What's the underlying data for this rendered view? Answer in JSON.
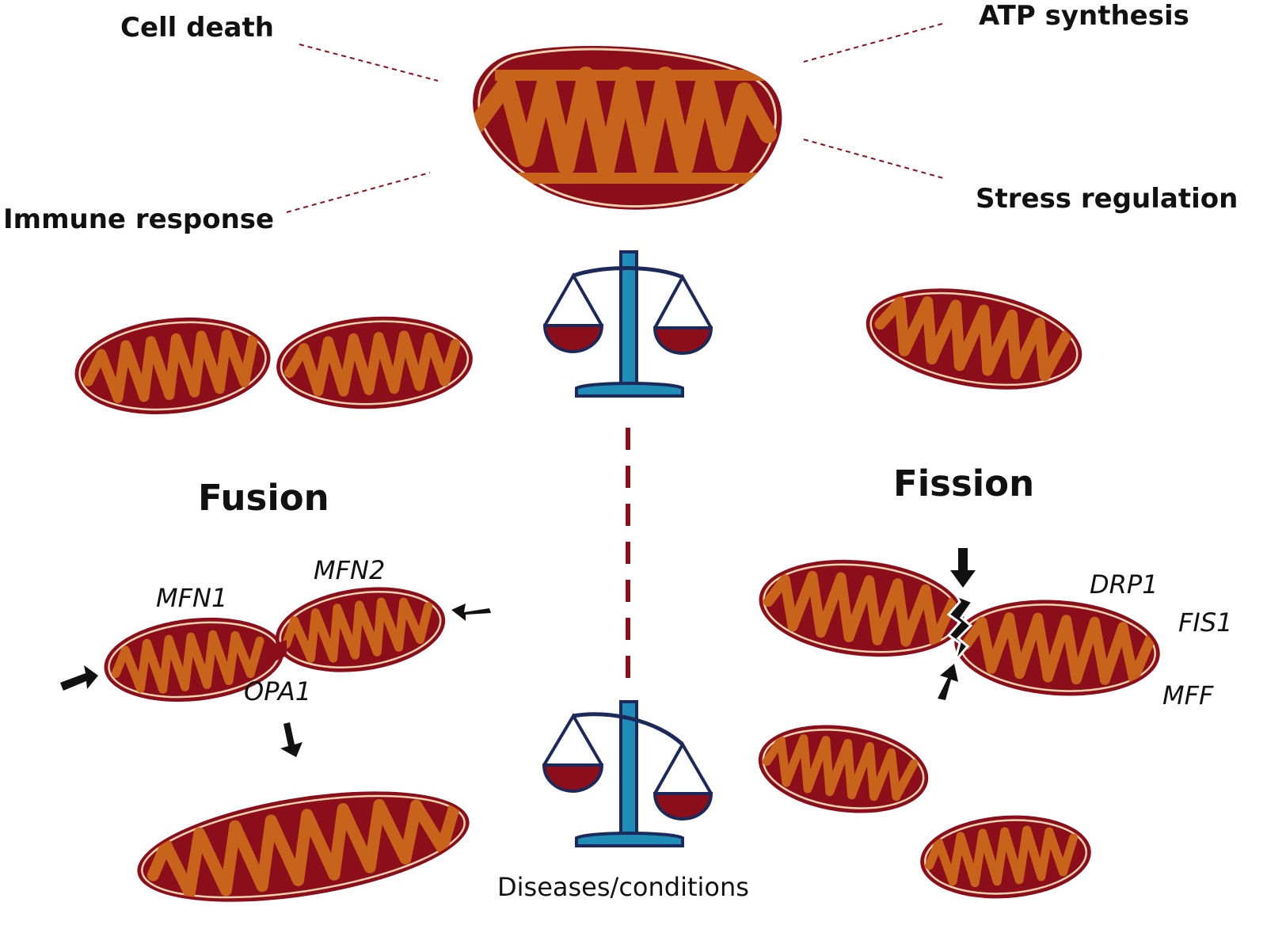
{
  "functions": {
    "cell_death": "Cell death",
    "atp_synthesis": "ATP synthesis",
    "immune_response": "Immune response",
    "stress_regulation": "Stress regulation"
  },
  "fusion": {
    "title": "Fusion",
    "proteins": [
      "MFN1",
      "MFN2",
      "OPA1"
    ]
  },
  "fission": {
    "title": "Fission",
    "proteins": [
      "DRP1",
      "FIS1",
      "MFF"
    ]
  },
  "balance": {
    "caption": "Diseases/conditions"
  },
  "colors": {
    "outer_membrane": "#8b0e1a",
    "matrix": "#c8631c",
    "highlight": "#f3d2b0",
    "scale": "#1f8db8",
    "scale_outline": "#1b2a5a",
    "dashed_line": "#8b0e1a",
    "arrow": "#111111"
  },
  "icons": [
    "mitochondrion-icon",
    "balance-scale-icon",
    "arrow-icon",
    "lightning-bolt-icon"
  ]
}
